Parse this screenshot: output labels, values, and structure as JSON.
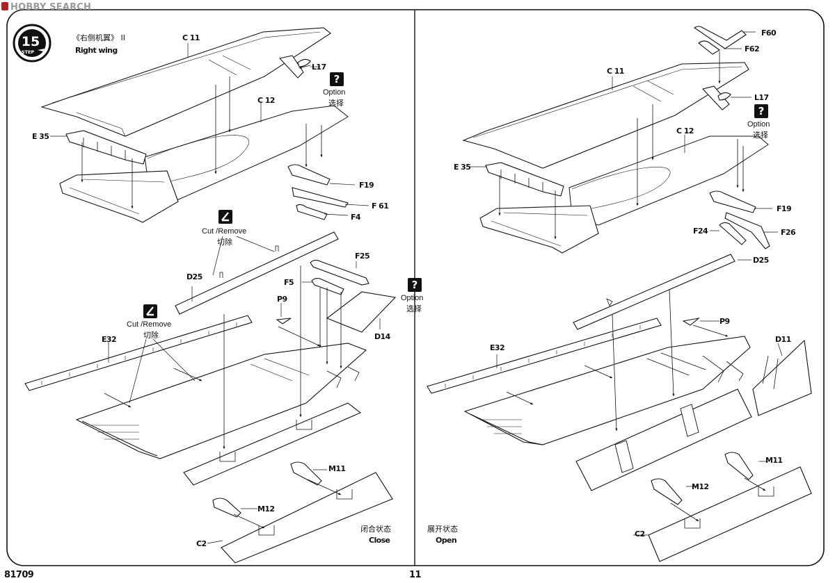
{
  "watermark": {
    "text": "HOBBY SEARCH"
  },
  "step": {
    "number": "15",
    "label": "STEP"
  },
  "left_panel": {
    "title_cn": "《右侧机翼》 II",
    "title_en": "Right wing",
    "parts_top": [
      "C 11",
      "L17",
      "C 12",
      "E 35",
      "F19",
      "F 61",
      "F4"
    ],
    "option_en": "Option",
    "option_cn": "选择",
    "cut_en": "Cut /Remove",
    "cut_cn": "切除",
    "parts_bottom": [
      "D25",
      "F25",
      "F5",
      "P9",
      "D14",
      "E32",
      "M11",
      "M12",
      "C2"
    ],
    "state_cn": "闭合状态",
    "state_en": "Close"
  },
  "center_option": {
    "en": "Option",
    "cn": "选择",
    "glyph": "?"
  },
  "right_panel": {
    "parts_top": [
      "F60",
      "F62",
      "C 11",
      "L17",
      "C 12",
      "E 35",
      "F19",
      "F24",
      "F26"
    ],
    "option_en": "Option",
    "option_cn": "选择",
    "parts_bottom": [
      "D25",
      "P9",
      "D11",
      "E32",
      "M11",
      "M12",
      "C2"
    ],
    "state_cn": "展开状态",
    "state_en": "Open"
  },
  "footer": {
    "kit_number": "81709",
    "page_number": "11"
  },
  "icons": {
    "option": "question-mark-icon",
    "cut": "scissors-icon",
    "step": "step-badge-icon"
  }
}
